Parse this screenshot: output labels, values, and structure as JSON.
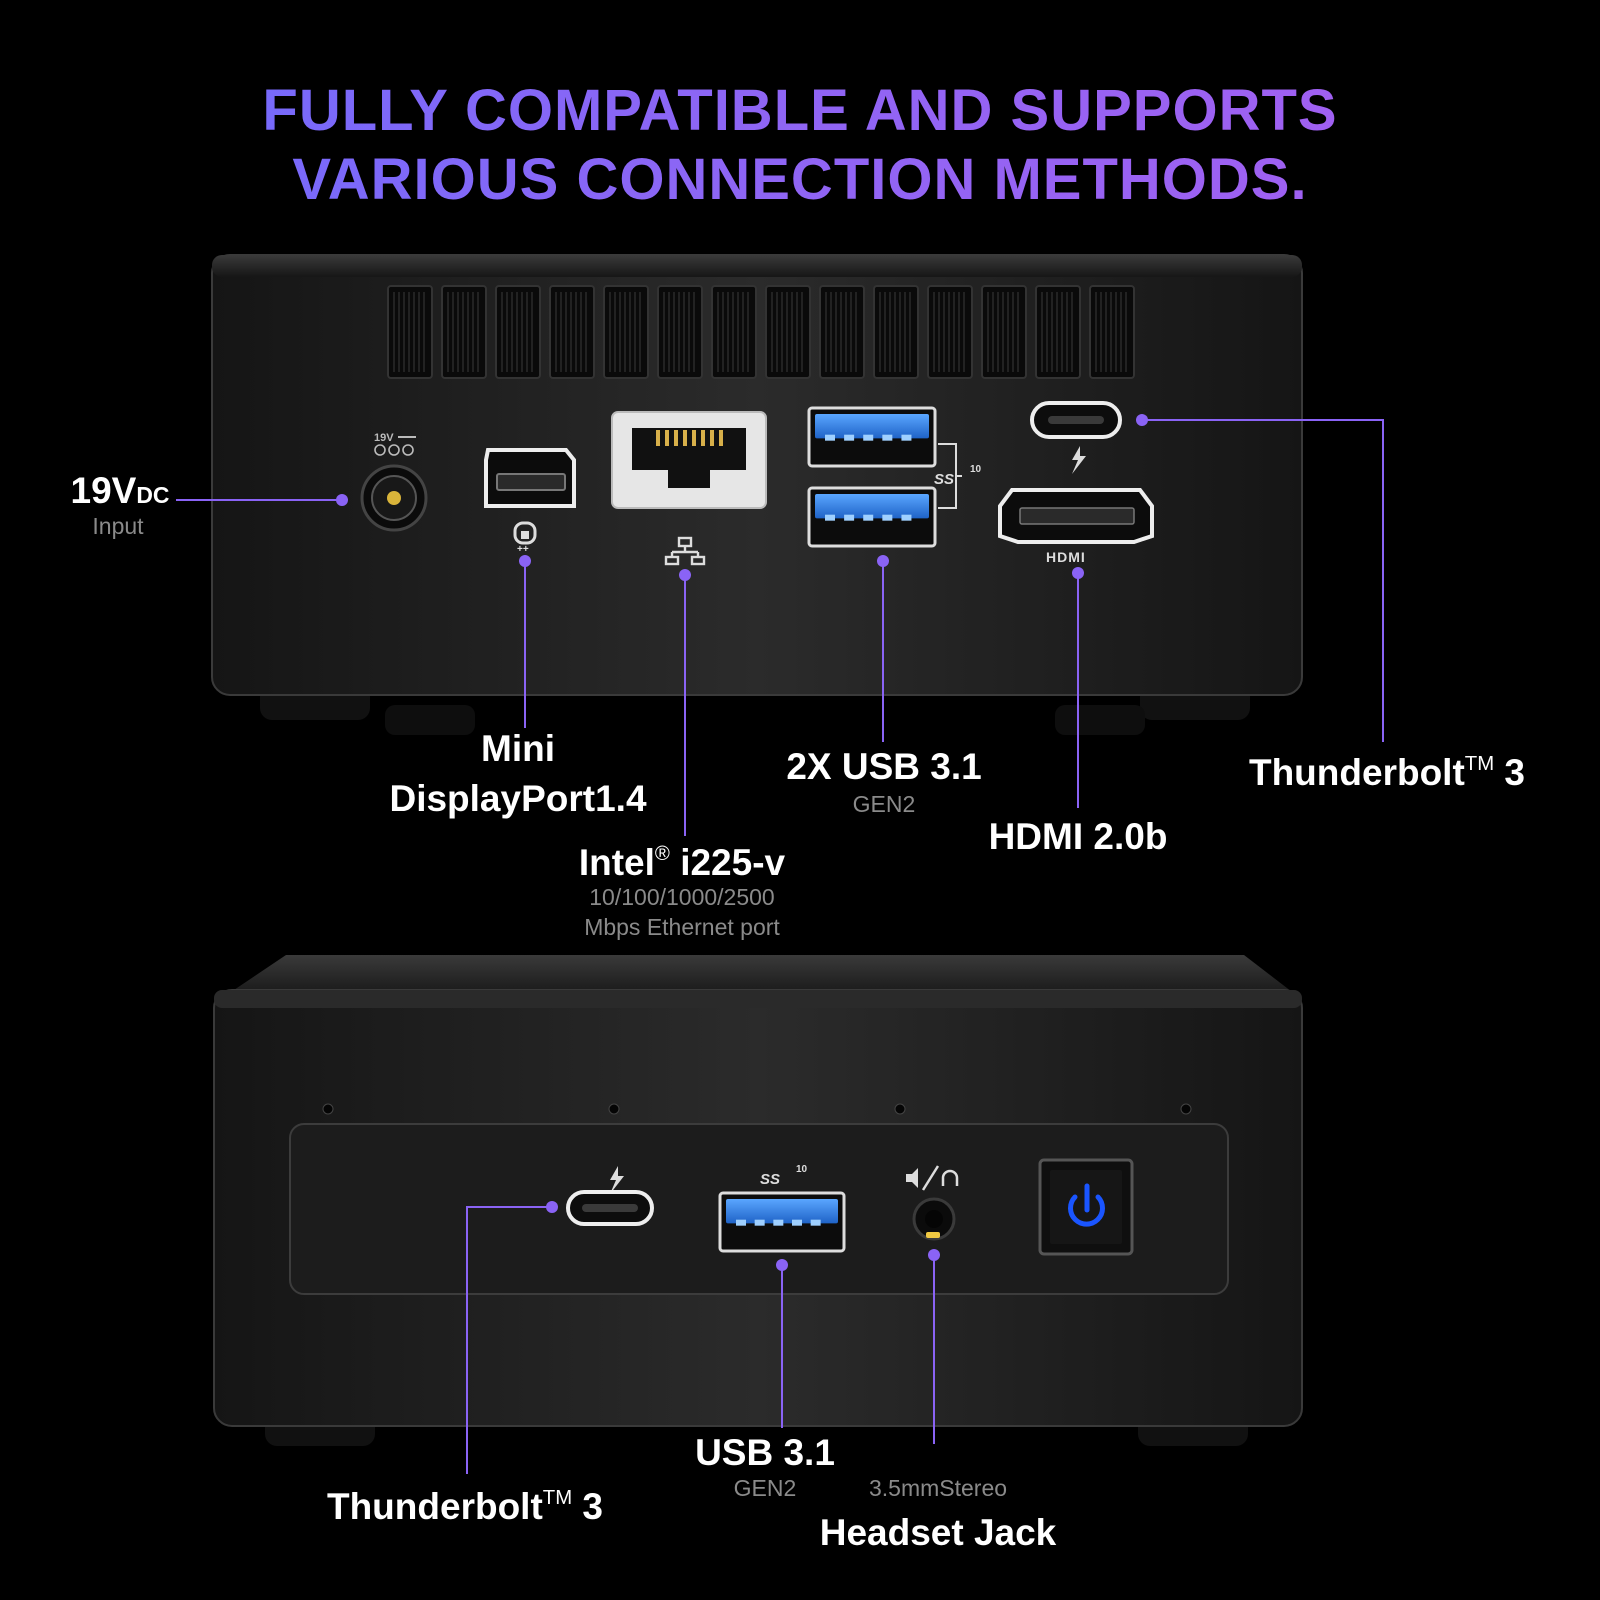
{
  "headline": {
    "line1": "FULLY COMPATIBLE AND SUPPORTS",
    "line2": "VARIOUS CONNECTION METHODS."
  },
  "colors": {
    "accent": "#8a63f5",
    "headline_start": "#6b6cff",
    "headline_end": "#a85ef0",
    "usb_blue": "#2f7fe0",
    "power_blue": "#1a55ff"
  },
  "rear_panel": {
    "dc_in": {
      "label": "19V",
      "suffix": "DC",
      "sub": "Input",
      "icon": "dc-power-jack-icon",
      "port_marking": "19V"
    },
    "minidp": {
      "line1": "Mini",
      "line2": "DisplayPort1.4",
      "icon": "minidisplayport-icon"
    },
    "ethernet": {
      "name": "Intel",
      "reg": "®",
      "model": " i225-v",
      "sub1": "10/100/1000/2500",
      "sub2": "Mbps Ethernet port",
      "icon": "network-icon"
    },
    "usb": {
      "label": "2X USB 3.1",
      "sub": "GEN2",
      "logo": "SS",
      "logo_num": "10"
    },
    "hdmi": {
      "label": "HDMI 2.0b",
      "logo": "HDMI"
    },
    "thunderbolt": {
      "label": "Thunderbolt",
      "tm": "TM",
      "num": " 3",
      "icon": "lightning-icon"
    }
  },
  "front_panel": {
    "thunderbolt": {
      "label": "Thunderbolt",
      "tm": "TM",
      "num": " 3",
      "icon": "lightning-icon"
    },
    "usb": {
      "label": "USB 3.1",
      "sub": "GEN2",
      "logo": "SS",
      "logo_num": "10"
    },
    "audio": {
      "sub": "3.5mmStereo",
      "label": "Headset Jack",
      "icon": "speaker-headphone-icon"
    },
    "power": {
      "icon": "power-icon"
    }
  }
}
